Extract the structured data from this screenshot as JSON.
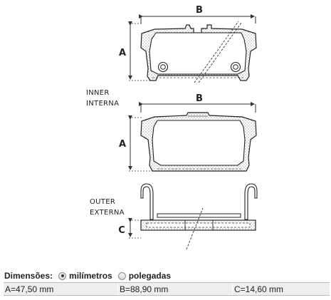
{
  "diagram": {
    "labels": {
      "a_top": "A",
      "b_top": "B",
      "a_mid": "A",
      "b_mid": "B",
      "c": "C",
      "inner": "INNER",
      "interna": "INTERNA",
      "outer": "OUTER",
      "externa": "EXTERNA"
    }
  },
  "units": {
    "label": "Dimensões:",
    "options": [
      {
        "label": "milímetros",
        "selected": true
      },
      {
        "label": "polegadas",
        "selected": false
      }
    ]
  },
  "dimensions": {
    "a": "A=47,50 mm",
    "b": "B=88,90 mm",
    "c": "C=14,60 mm"
  }
}
